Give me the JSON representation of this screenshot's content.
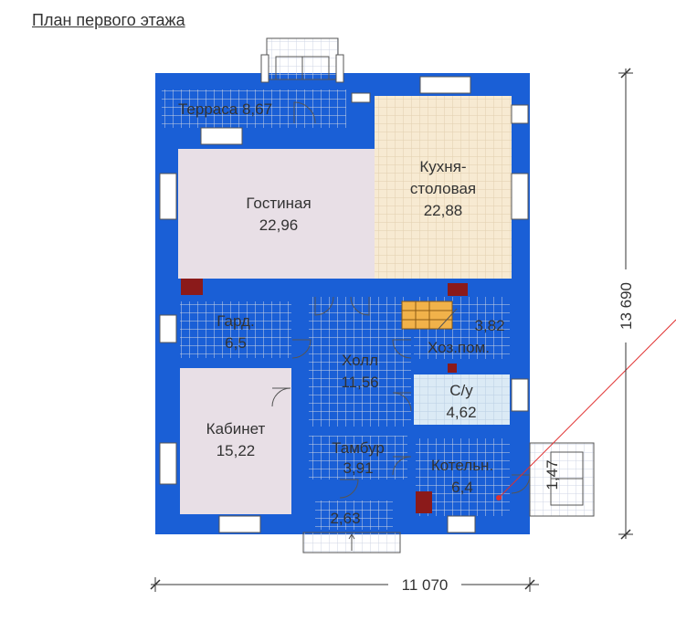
{
  "title": "План первого этажа",
  "colors": {
    "wall": "#1a5fd6",
    "floor_grid_bg": "#ffffff",
    "grid_line": "#cfd6e4",
    "living_room": "#e8dfe6",
    "study": "#e8dfe6",
    "kitchen": "#f7ead2",
    "bathroom": "#dbeaf5",
    "stove": "#8b1a1a",
    "stairs": "#f1b24a",
    "pointer": "#e03030"
  },
  "rooms": {
    "terrace": {
      "name": "Терраса",
      "area": "8,67"
    },
    "living": {
      "name": "Гостиная",
      "area": "22,96"
    },
    "kitchen": {
      "name1": "Кухня-",
      "name2": "столовая",
      "area": "22,88"
    },
    "wardrobe": {
      "name": "Гард.",
      "area": "6,5"
    },
    "hall": {
      "name": "Холл",
      "area": "11,56"
    },
    "utility": {
      "name": "Хоз.пом.",
      "area": "3,82"
    },
    "bathroom": {
      "name": "С/у",
      "area": "4,62"
    },
    "study": {
      "name": "Кабинет",
      "area": "15,22"
    },
    "vestibule": {
      "name": "Тамбур",
      "area": "3,91"
    },
    "boiler": {
      "name": "Котельн.",
      "area": "6,4"
    },
    "porch": {
      "area": "2,63"
    },
    "side_porch": {
      "area": "1,47"
    }
  },
  "dimensions": {
    "width": "11 070",
    "height": "13 690"
  }
}
